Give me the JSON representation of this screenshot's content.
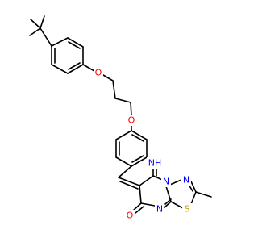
{
  "molecule": {
    "atoms": {
      "o1": "O",
      "o2": "O",
      "nh": "NH",
      "n1": "N",
      "n2": "N",
      "n3": "N",
      "s": "S",
      "o3": "O"
    },
    "colors": {
      "oxygen": "#ff0000",
      "nitrogen": "#0000ff",
      "sulfur": "#c8a000",
      "bond": "#000000",
      "background": "#ffffff"
    }
  }
}
